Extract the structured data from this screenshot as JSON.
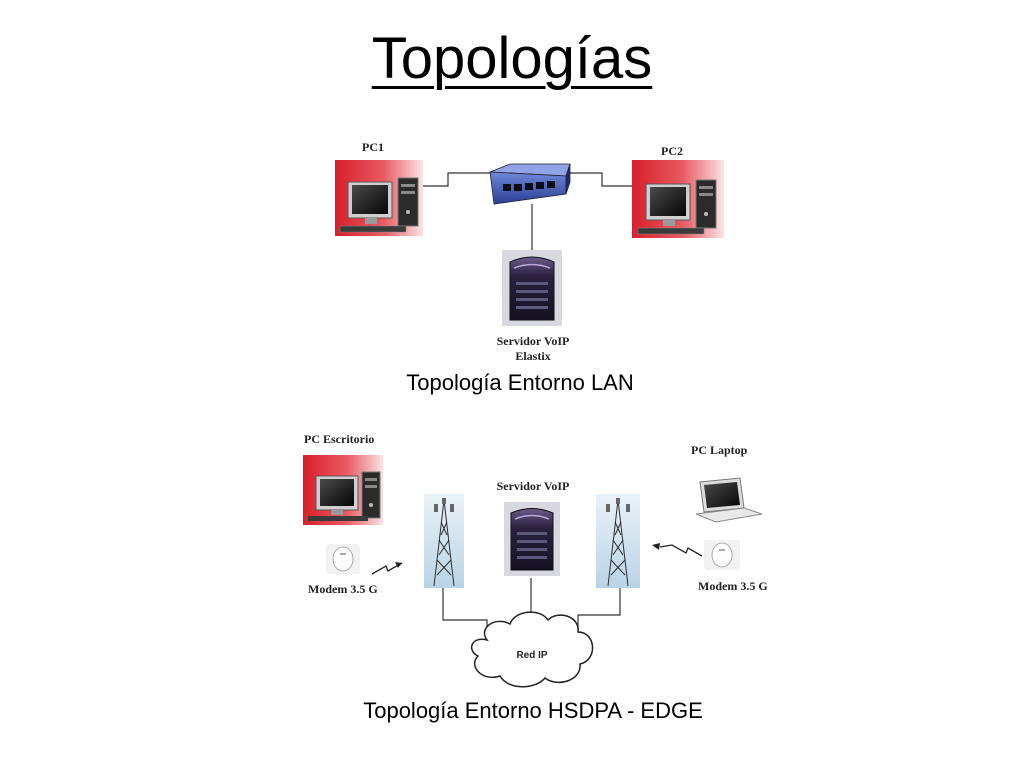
{
  "title": "Topologías",
  "lan": {
    "caption": "Topología Entorno LAN",
    "pc1_label": "PC1",
    "pc2_label": "PC2",
    "server_label_line1": "Servidor VoIP",
    "server_label_line2": "Elastix"
  },
  "hsdpa": {
    "caption": "Topología Entorno HSDPA - EDGE",
    "desktop_label": "PC Escritorio",
    "laptop_label": "PC Laptop",
    "server_label": "Servidor VoIP",
    "modem_left_label": "Modem 3.5 G",
    "modem_right_label": "Modem 3.5 G",
    "cloud_label": "Red IP"
  },
  "colors": {
    "pc_panel": "#d8202a",
    "switch_blue": "#3a55b5",
    "server_dark": "#2a2240",
    "tower_sky": "#cfe3f0"
  }
}
